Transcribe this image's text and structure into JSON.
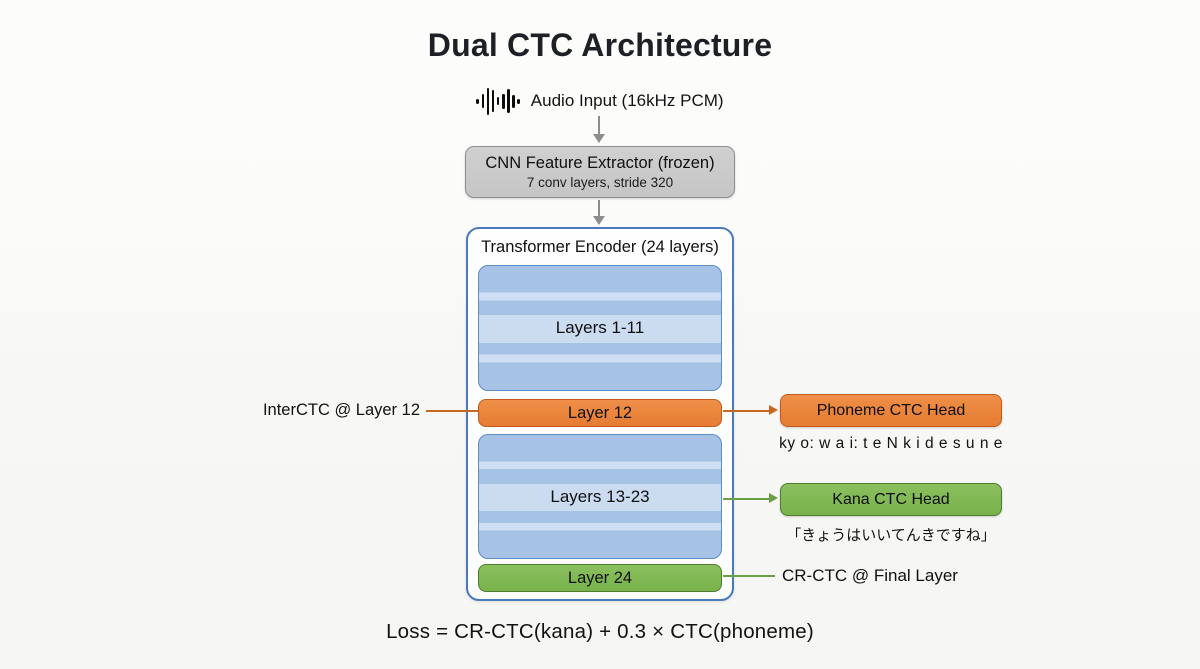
{
  "title": "Dual CTC Architecture",
  "audio": {
    "label": "Audio Input (16kHz PCM)"
  },
  "cnn": {
    "title": "CNN Feature Extractor (frozen)",
    "subtitle": "7 conv layers, stride 320"
  },
  "encoder": {
    "title": "Transformer Encoder (24 layers)",
    "blocks": [
      {
        "id": "layers-1-11",
        "label": "Layers 1-11"
      },
      {
        "id": "layer-12",
        "label": "Layer 12"
      },
      {
        "id": "layers-13-23",
        "label": "Layers 13-23"
      },
      {
        "id": "layer-24",
        "label": "Layer 24"
      }
    ]
  },
  "annotations": {
    "interctc": "InterCTC @ Layer 12",
    "crctc_final": "CR-CTC @ Final Layer"
  },
  "heads": {
    "phoneme": {
      "label": "Phoneme CTC Head",
      "output": "ky o: w a i: t e N k i d e s u n e"
    },
    "kana": {
      "label": "Kana CTC Head",
      "output": "「きょうはいいてんきですね」"
    }
  },
  "loss": "Loss = CR-CTC(kana) + 0.3 × CTC(phoneme)",
  "colors": {
    "orange_fill": "#e8843c",
    "orange_border": "#c55a1a",
    "orange_connector": "#c9671f",
    "green_fill": "#7db853",
    "green_border": "#507c2e",
    "green_connector": "#6b9f45",
    "blue_border": "#4a7abc",
    "stripe_medium": "#a6c3e6",
    "stripe_light": "#cfdef2",
    "gray_fill": "#cbcbcb",
    "gray_border": "#8f8f8f",
    "gray_arrow": "#8d8d8d"
  }
}
